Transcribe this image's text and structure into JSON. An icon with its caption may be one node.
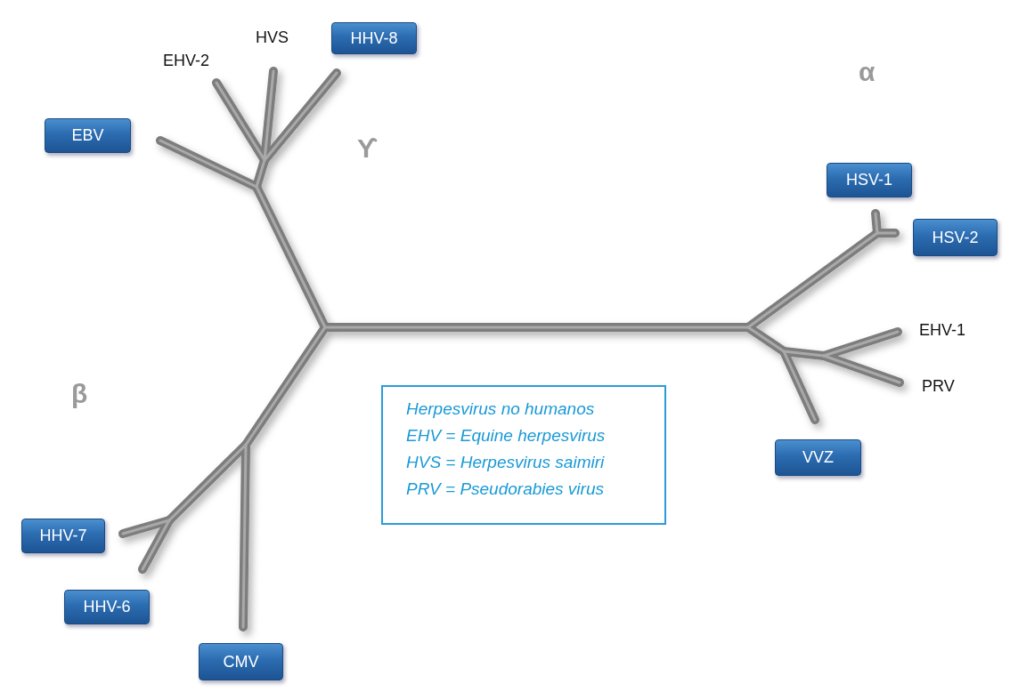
{
  "diagram": {
    "nodes": [
      {
        "text": [
          "HHV-8"
        ]
      },
      {
        "text": [
          "EBV"
        ]
      },
      {
        "text": [
          "HSV-1"
        ]
      },
      {
        "text": [
          "HSV-2"
        ]
      },
      {
        "text": [
          "VVZ"
        ]
      },
      {
        "text": [
          "HHV-7"
        ]
      },
      {
        "text": [
          "HHV-6"
        ]
      },
      {
        "text": [
          "CMV"
        ]
      },
      {
        "text": [
          "Herpesvirus no humanos",
          "EHV = Equine herpesvirus",
          "HVS = Herpesvirus saimiri",
          "PRV = Pseudorabies virus"
        ]
      }
    ],
    "labels": [
      "HVS",
      "EHV-2",
      "α",
      "ϒ",
      "EHV-1",
      "PRV",
      "β"
    ]
  }
}
